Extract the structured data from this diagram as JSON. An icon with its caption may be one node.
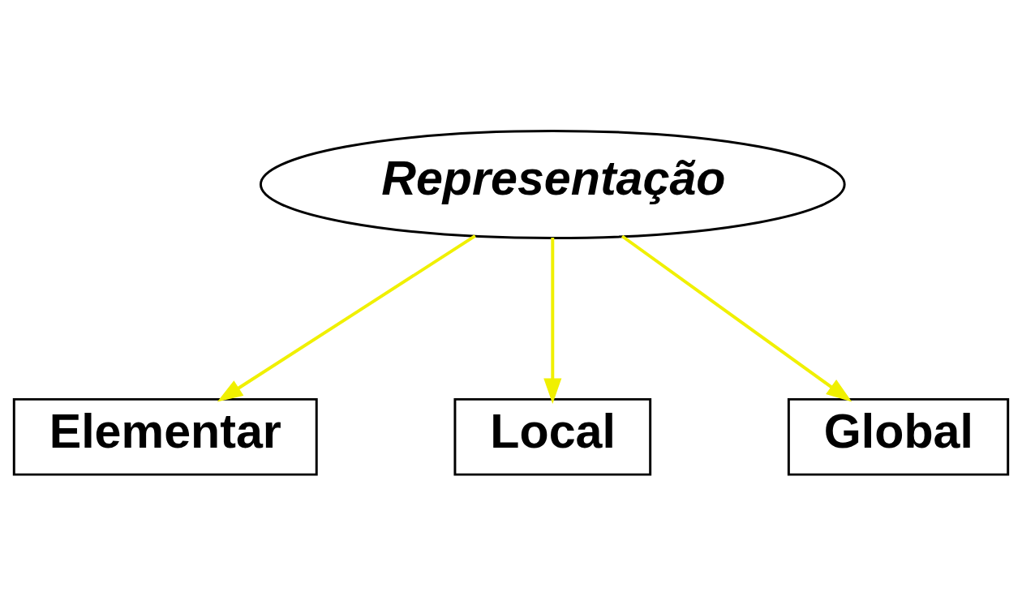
{
  "diagram": {
    "nodes": [
      {
        "text": [
          "Representação"
        ]
      },
      {
        "text": [
          "Elementar"
        ]
      },
      {
        "text": [
          "Local"
        ]
      },
      {
        "text": [
          "Global"
        ]
      }
    ],
    "edges": [
      {
        "from": 0,
        "to": 1,
        "arrow": "to"
      },
      {
        "from": 0,
        "to": 2,
        "arrow": "to"
      },
      {
        "from": 0,
        "to": 3,
        "arrow": "to"
      }
    ]
  }
}
